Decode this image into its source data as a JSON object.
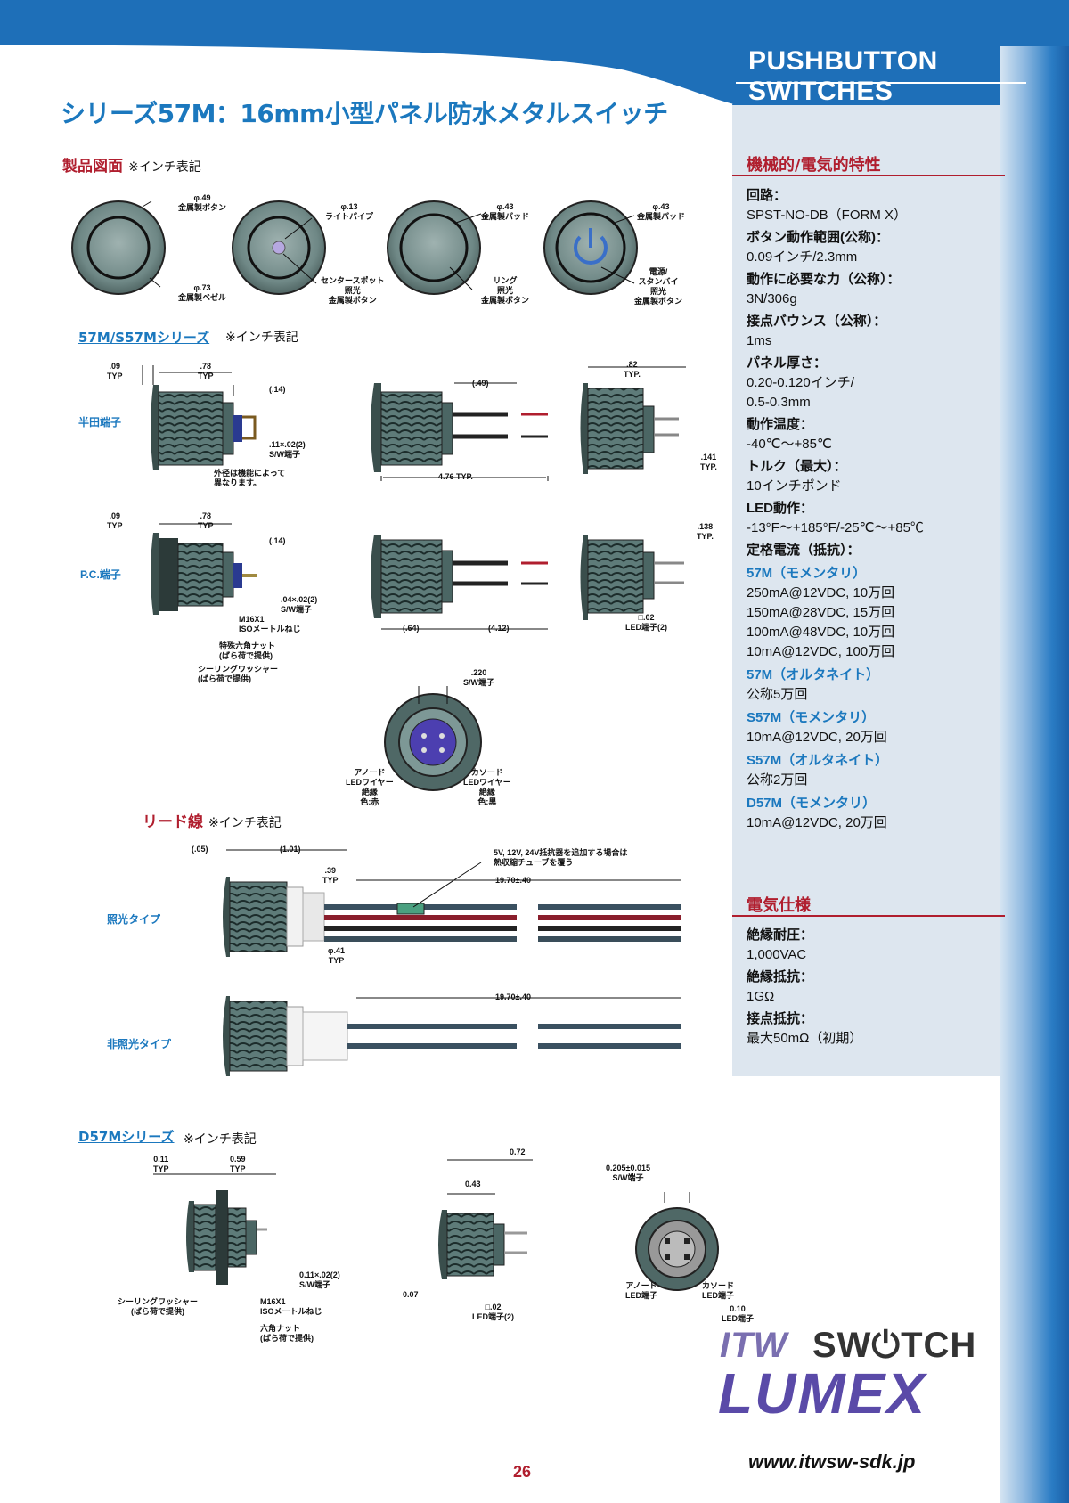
{
  "header": {
    "brand": "PUSHBUTTON SWITCHES"
  },
  "title": "シリーズ57M：16mm小型パネル防水メタルスイッチ",
  "sections": {
    "product_drawing": {
      "title": "製品図面",
      "note": "※インチ表記"
    },
    "series_57m": {
      "title": "57M/S57Mシリーズ",
      "note": "※インチ表記"
    },
    "lead_wire": {
      "title": "リード線",
      "note": "※インチ表記"
    },
    "d57m": {
      "title": "D57Mシリーズ",
      "note": "※インチ表記"
    }
  },
  "product_views": [
    {
      "top": "φ.49\n金属製ボタン",
      "bottom": "φ.73\n金属製ベゼル"
    },
    {
      "top": "φ.13\nライトパイプ",
      "bottom": "センタースポット\n照光\n金属製ボタン"
    },
    {
      "top": "φ.43\n金属製パッド",
      "bottom": "リング\n照光\n金属製ボタン"
    },
    {
      "top": "φ.43\n金属製パッド",
      "bottom": "電源/\nスタンバイ\n照光\n金属製ボタン"
    }
  ],
  "series57_labels": {
    "solder": "半田端子",
    "pc": "P.C.端子",
    "d09_typ": ".09\nTYP",
    "d78_typ": ".78\nTYP",
    "d14": "(.14)",
    "d11x02": ".11×.02(2)\nS/W端子",
    "outer_note": "外径は機能によって\n異なります。",
    "d49": "(.49)",
    "d476": "4.76 TYP.",
    "d82": ".82\nTYP.",
    "d141": ".141\nTYP.",
    "d04x02": ".04×.02(2)\nS/W端子",
    "m16": "M16X1\nISOメートルねじ",
    "hexnut": "特殊六角ナット\n(ばら荷で提供)",
    "washer": "シーリングワッシャー\n(ばら荷で提供)",
    "d64": "(.64)",
    "d412": "(4.12)",
    "d138": ".138\nTYP.",
    "led_term": "□.02\nLED端子(2)",
    "d220": ".220\nS/W端子",
    "anode": "アノード\nLEDワイヤー\n絶縁\n色:赤",
    "cathode": "カソード\nLEDワイヤー\n絶縁\n色:黒"
  },
  "lead_labels": {
    "lit": "照光タイプ",
    "unlit": "非照光タイプ",
    "d05": "(.05)",
    "d101": "(1.01)",
    "d39": ".39\nTYP",
    "resistor_note": "5V, 12V, 24V抵抗器を追加する場合は\n熱収縮チューブを覆う",
    "d1970": "19.70±.40",
    "d41": "φ.41\nTYP"
  },
  "d57m_labels": {
    "d011": "0.11\nTYP",
    "d059": "0.59\nTYP",
    "d011x02": "0.11×.02(2)\nS/W端子",
    "washer": "シーリングワッシャー\n(ばら荷で提供)",
    "m16": "M16X1\nISOメートルねじ",
    "hexnut": "六角ナット\n(ばら荷で提供)",
    "d072": "0.72",
    "d043": "0.43",
    "d007": "0.07",
    "led_term": "□.02\nLED端子(2)",
    "d0205": "0.205±0.015\nS/W端子",
    "anode": "アノード\nLED端子",
    "cathode": "カソード\nLED端子",
    "d010": "0.10\nLED端子"
  },
  "specs_mech": {
    "title": "機械的/電気的特性",
    "items": [
      {
        "k": "回路：",
        "v": [
          "SPST-NO-DB（FORM X）"
        ]
      },
      {
        "k": "ボタン動作範囲(公称)：",
        "v": [
          "0.09インチ/2.3mm"
        ]
      },
      {
        "k": "動作に必要な力（公称）：",
        "v": [
          "3N/306g"
        ]
      },
      {
        "k": "接点バウンス（公称）：",
        "v": [
          "1ms"
        ]
      },
      {
        "k": "パネル厚さ：",
        "v": [
          "0.20-0.120インチ/",
          "0.5-0.3mm"
        ]
      },
      {
        "k": "動作温度：",
        "v": [
          "-40℃〜+85℃"
        ]
      },
      {
        "k": "トルク（最大）：",
        "v": [
          "10インチポンド"
        ]
      },
      {
        "k": "LED動作：",
        "v": [
          "-13°F〜+185°F/-25℃〜+85℃"
        ]
      },
      {
        "k": "定格電流（抵抗）：",
        "v": []
      }
    ],
    "ratings": [
      {
        "sub": "57M（モメンタリ）",
        "v": [
          "250mA@12VDC, 10万回",
          "150mA@28VDC, 15万回",
          "100mA@48VDC, 10万回",
          "10mA@12VDC, 100万回"
        ]
      },
      {
        "sub": "57M（オルタネイト）",
        "v": [
          "公称5万回"
        ]
      },
      {
        "sub": "S57M（モメンタリ）",
        "v": [
          "10mA@12VDC, 20万回"
        ]
      },
      {
        "sub": "S57M（オルタネイト）",
        "v": [
          "公称2万回"
        ]
      },
      {
        "sub": "D57M（モメンタリ）",
        "v": [
          "10mA@12VDC, 20万回"
        ]
      }
    ]
  },
  "specs_elec": {
    "title": "電気仕様",
    "items": [
      {
        "k": "絶縁耐圧：",
        "v": [
          "1,000VAC"
        ]
      },
      {
        "k": "絶縁抵抗：",
        "v": [
          "1GΩ"
        ]
      },
      {
        "k": "接点抵抗：",
        "v": [
          "最大50mΩ（初期）"
        ]
      }
    ]
  },
  "footer": {
    "logo_itw": "ITW",
    "logo_switch": "SW⏻TCH",
    "logo_lumex": "LUMEX",
    "url": "www.itwsw-sdk.jp",
    "page": "26"
  },
  "colors": {
    "blue": "#1b78be",
    "red": "#b01e2e",
    "panel": "#dde6ef",
    "metal": "#5c7876"
  }
}
